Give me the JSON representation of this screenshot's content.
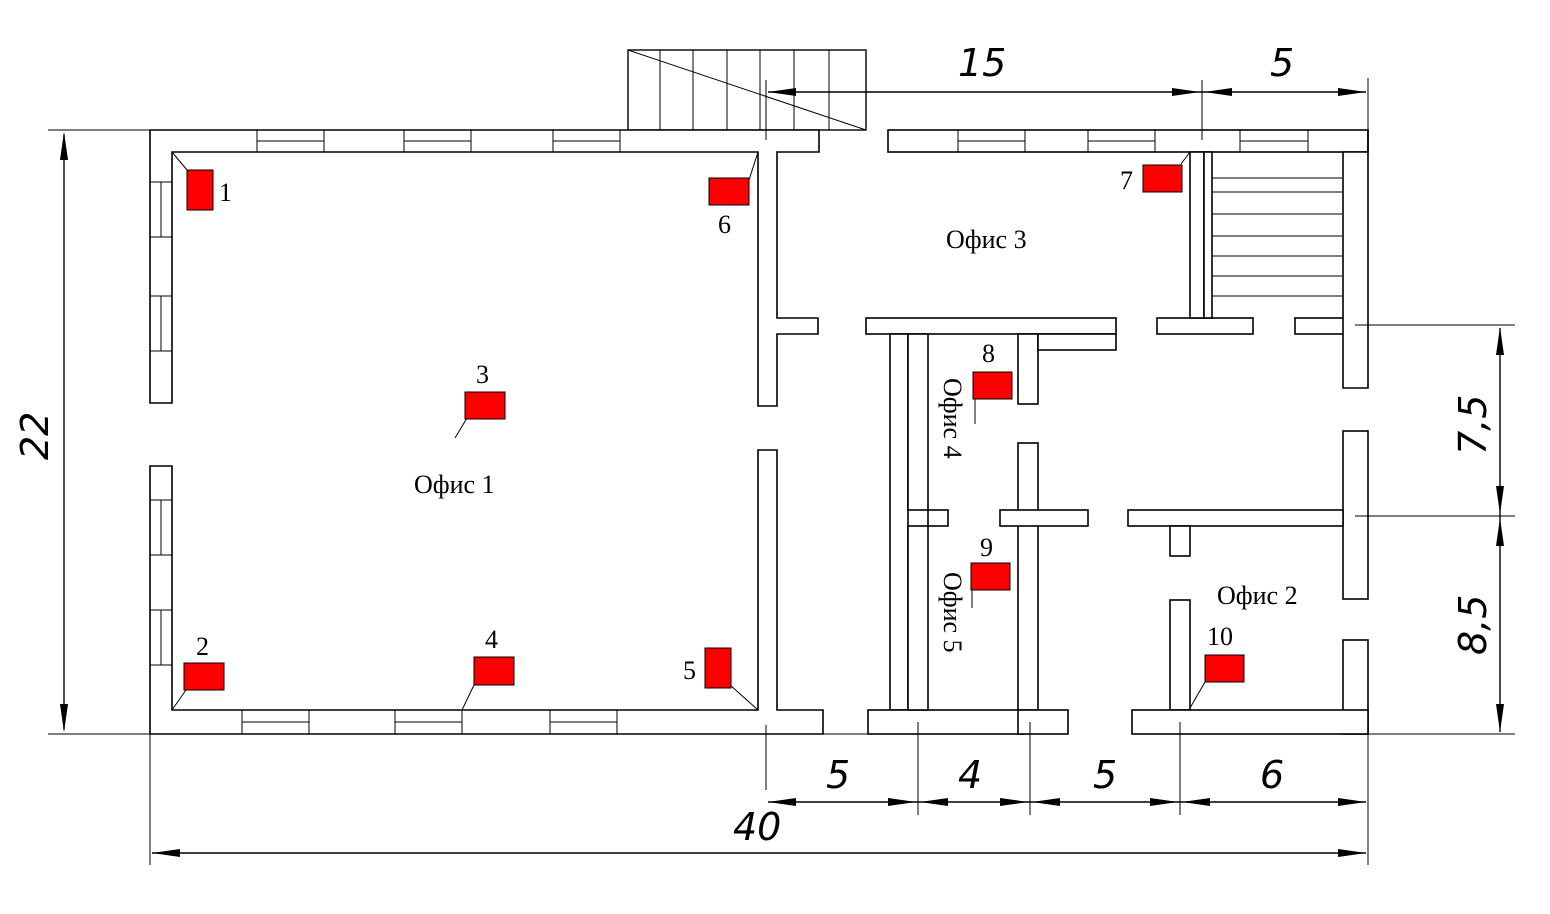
{
  "rooms": {
    "office1": "Офис 1",
    "office2": "Офис 2",
    "office3": "Офис 3",
    "office4": "Офис 4",
    "office5": "Офис 5"
  },
  "sensors": [
    "1",
    "2",
    "3",
    "4",
    "5",
    "6",
    "7",
    "8",
    "9",
    "10"
  ],
  "dimensions": {
    "top_left": "15",
    "top_right": "5",
    "left_height": "22",
    "right_upper": "7,5",
    "right_lower": "8,5",
    "bottom_1": "5",
    "bottom_2": "4",
    "bottom_3": "5",
    "bottom_4": "6",
    "total_width": "40"
  },
  "colors": {
    "sensor": "#ff0000",
    "wall": "#000000"
  }
}
